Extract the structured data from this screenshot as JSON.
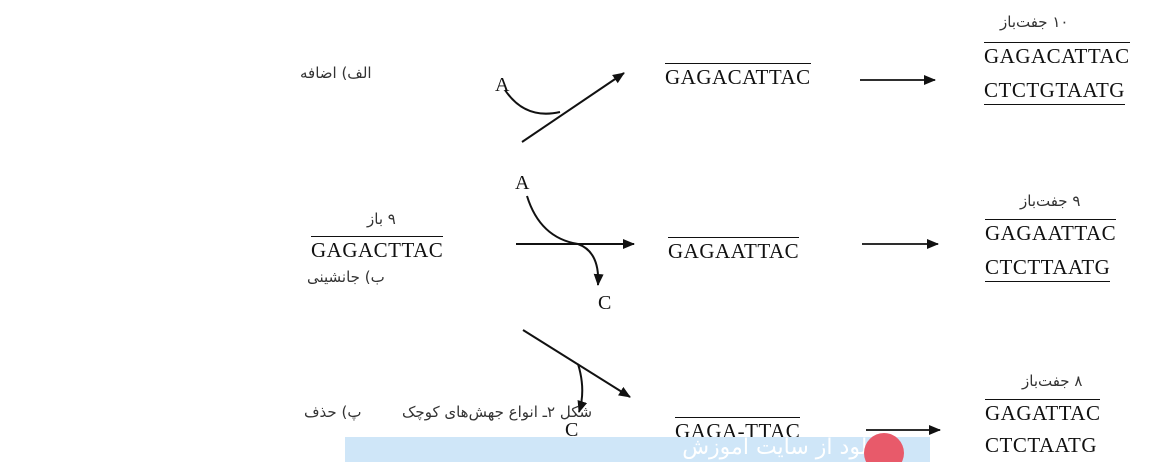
{
  "caption": "شکل ۲ـ انواع جهش‌های کوچک",
  "rows": [
    {
      "label": "الف) اضافه",
      "incoming_base": "A",
      "result_strand": "GAGACATTAC",
      "count_label": "۱۰ جفت‌باز",
      "duplex_top": "GAGACATTAC",
      "duplex_bottom": "CTCTGTAATG"
    },
    {
      "label": "ب) جانشینی",
      "original_count": "۹ باز",
      "original_strand": "GAGACTTAC",
      "incoming_base": "A",
      "outgoing_base": "C",
      "result_strand": "GAGAATTAC",
      "count_label": "۹ جفت‌باز",
      "duplex_top": "GAGAATTAC",
      "duplex_bottom": "CTCTTAATG"
    },
    {
      "label": "پ) حذف",
      "outgoing_base": "C",
      "result_strand": "GAGA-TTAC",
      "count_label": "۸ جفت‌باز",
      "duplex_top": "GAGATTAC",
      "duplex_bottom": "CTCTAATG"
    }
  ],
  "watermark": "دانلود از سایت آموزش"
}
